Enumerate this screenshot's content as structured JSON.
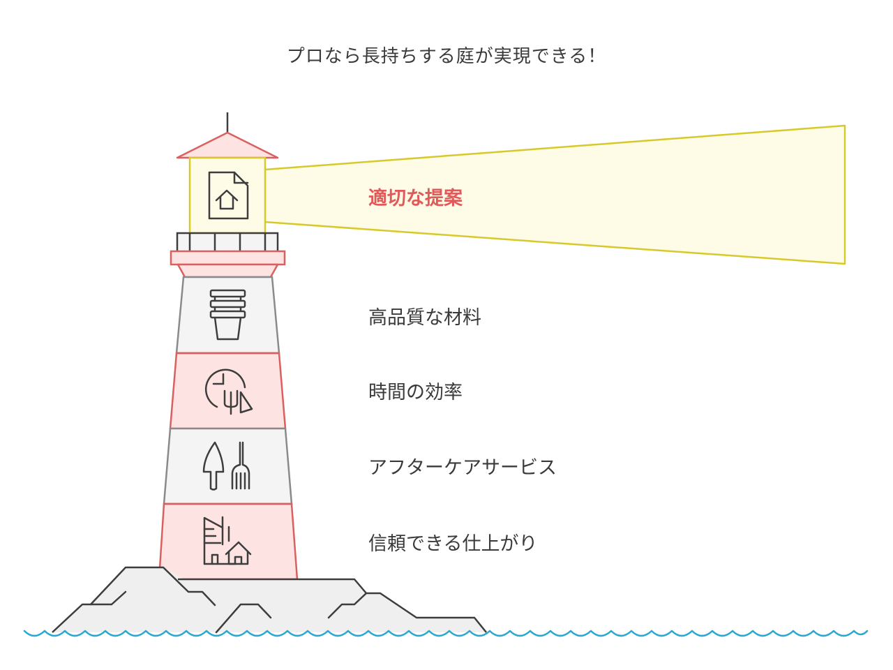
{
  "title": "プロなら長持ちする庭が実現できる！",
  "beam": {
    "label": "適切な提案",
    "icon": "house-document-icon"
  },
  "sections": [
    {
      "label": "高品質な材料",
      "icon": "stacked-pots-icon"
    },
    {
      "label": "時間の効率",
      "icon": "clock-plant-icon"
    },
    {
      "label": "アフターケアサービス",
      "icon": "trowel-fork-icon"
    },
    {
      "label": "信頼できる仕上がり",
      "icon": "buildings-house-icon"
    }
  ],
  "colors": {
    "red_stroke": "#d9605f",
    "red_fill": "#fde3e2",
    "gray_fill": "#f4f4f4",
    "gray_stroke": "#8a8a8a",
    "yellow_stroke": "#d8c92a",
    "yellow_fill": "#fefbe6",
    "dark_stroke": "#3d3d3d",
    "rock_fill": "#efefef",
    "water": "#2aa8d4",
    "highlight_text": "#e05a5a",
    "text": "#3a3a3a"
  }
}
